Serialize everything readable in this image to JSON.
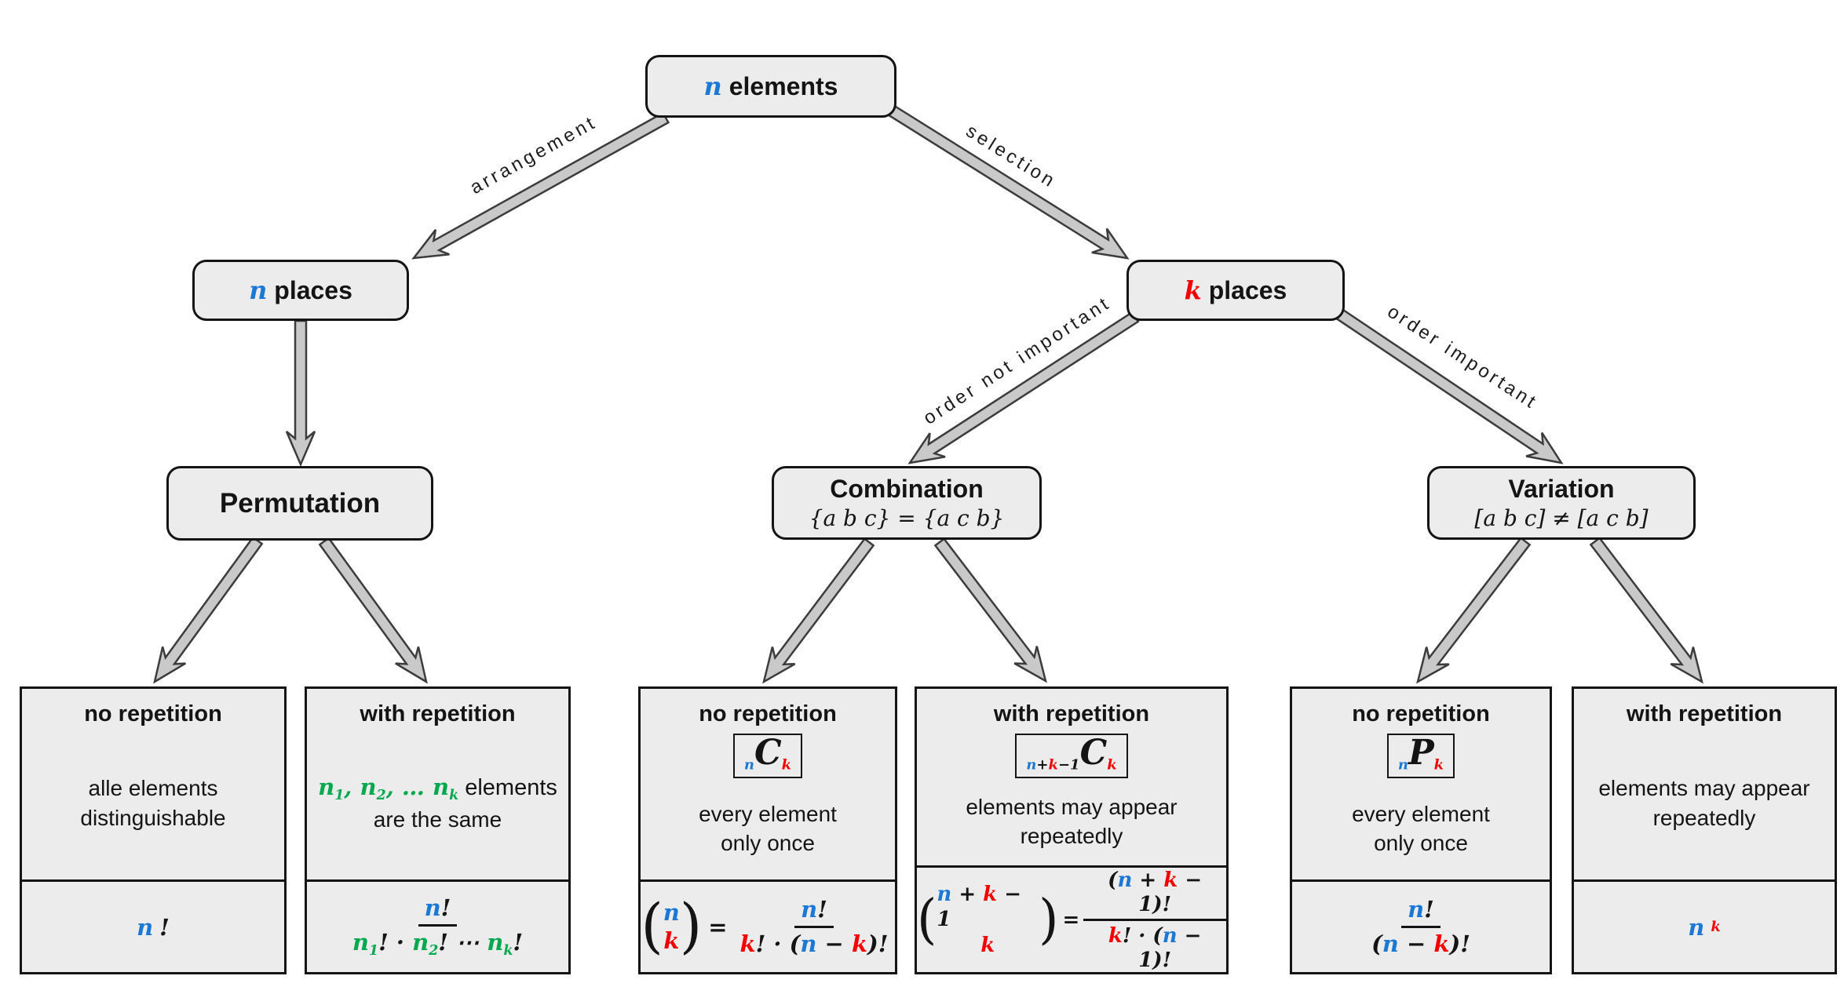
{
  "colors": {
    "blue": "#1B79D5",
    "red": "#F50000",
    "green": "#00A84E",
    "box_bg": "#ECECEC",
    "box_border": "#141414",
    "arrow_fill": "#C9C9C9",
    "arrow_outline": "#3C3C3C"
  },
  "nodes": {
    "root": {
      "var": "n",
      "text": " elements"
    },
    "n_places": {
      "var": "n",
      "text": " places"
    },
    "k_places": {
      "var": "k",
      "text": " places"
    },
    "permutation": {
      "title": "Permutation"
    },
    "combination": {
      "title": "Combination",
      "math": "{a b c} = {a c b}"
    },
    "variation": {
      "title": "Variation",
      "math": "[a b c] ≠ [a c b]"
    }
  },
  "edge_labels": {
    "arrangement": "arrangement",
    "selection": "selection",
    "order_not_important": "order not important",
    "order_important": "order important"
  },
  "leaves": [
    {
      "title": "no repetition",
      "desc1": "alle elements",
      "desc2": "distinguishable",
      "formula": [
        [
          "n",
          "m b"
        ],
        [
          "!",
          "m k"
        ]
      ]
    },
    {
      "title": "with repetition",
      "desc1_tokens": [
        [
          "n",
          "m g"
        ],
        [
          "1",
          "m g sub"
        ],
        [
          ", ",
          "m g"
        ],
        [
          "n",
          "m g"
        ],
        [
          "2",
          "m g sub"
        ],
        [
          ", … ",
          "m g"
        ],
        [
          "n",
          "m g"
        ],
        [
          "k",
          "m g sub"
        ],
        [
          " elements",
          ""
        ]
      ],
      "desc2": "are the same",
      "num": [
        [
          "n",
          "m b"
        ],
        [
          "!",
          "m k"
        ]
      ],
      "den": [
        [
          "n",
          "m g"
        ],
        [
          "1",
          "m g sub"
        ],
        [
          "! · ",
          "m k"
        ],
        [
          "n",
          "m g"
        ],
        [
          "2",
          "m g sub"
        ],
        [
          "! ⋯ ",
          "m k"
        ],
        [
          "n",
          "m g"
        ],
        [
          "k",
          "m g sub"
        ],
        [
          "!",
          "m k"
        ]
      ]
    },
    {
      "title": "no repetition",
      "symbol": [
        [
          "n",
          "m b sub"
        ],
        [
          "C",
          "m k bigC"
        ],
        [
          "k",
          "m r sub"
        ]
      ],
      "desc1": "every element",
      "desc2": "only once",
      "binom_top": [
        [
          "n",
          "m b"
        ]
      ],
      "binom_bottom": [
        [
          "k",
          "m r"
        ]
      ],
      "eq": "=",
      "num": [
        [
          "n",
          "m b"
        ],
        [
          "!",
          "m k"
        ]
      ],
      "den": [
        [
          "k",
          "m r"
        ],
        [
          "! · (",
          "m k"
        ],
        [
          "n",
          "m b"
        ],
        [
          " − ",
          "m k"
        ],
        [
          "k",
          "m r"
        ],
        [
          ")!",
          "m k"
        ]
      ]
    },
    {
      "title": "with repetition",
      "symbol": [
        [
          "n",
          "m b sub"
        ],
        [
          "+",
          "m k sub"
        ],
        [
          "k",
          "m r sub"
        ],
        [
          "−1",
          "m k sub"
        ],
        [
          "C",
          "m k bigC"
        ],
        [
          "k",
          "m r sub"
        ]
      ],
      "desc1": "elements may appear",
      "desc2": "repeatedly",
      "binom_top": [
        [
          "n",
          "m b"
        ],
        [
          " + ",
          "m k"
        ],
        [
          "k",
          "m r"
        ],
        [
          " − 1",
          "m k"
        ]
      ],
      "binom_bottom": [
        [
          "k",
          "m r"
        ]
      ],
      "eq": "=",
      "num": [
        [
          "(",
          "m k"
        ],
        [
          "n",
          "m b"
        ],
        [
          " + ",
          "m k"
        ],
        [
          "k",
          "m r"
        ],
        [
          " − 1)!",
          "m k"
        ]
      ],
      "den": [
        [
          "k",
          "m r"
        ],
        [
          "! · (",
          "m k"
        ],
        [
          "n",
          "m b"
        ],
        [
          " − 1)!",
          "m k"
        ]
      ]
    },
    {
      "title": "no repetition",
      "symbol": [
        [
          "n",
          "m b sub"
        ],
        [
          "P",
          "m k bigC"
        ],
        [
          "k",
          "m r sub"
        ]
      ],
      "desc1": "every element",
      "desc2": "only once",
      "num": [
        [
          "n",
          "m b"
        ],
        [
          "!",
          "m k"
        ]
      ],
      "den": [
        [
          "(",
          "m k"
        ],
        [
          "n",
          "m b"
        ],
        [
          " − ",
          "m k"
        ],
        [
          "k",
          "m r"
        ],
        [
          ")!",
          "m k"
        ]
      ]
    },
    {
      "title": "with repetition",
      "desc1": "elements may appear",
      "desc2": "repeatedly",
      "formula": [
        [
          "n",
          "m b"
        ],
        [
          "k",
          "m r sup"
        ]
      ]
    }
  ]
}
